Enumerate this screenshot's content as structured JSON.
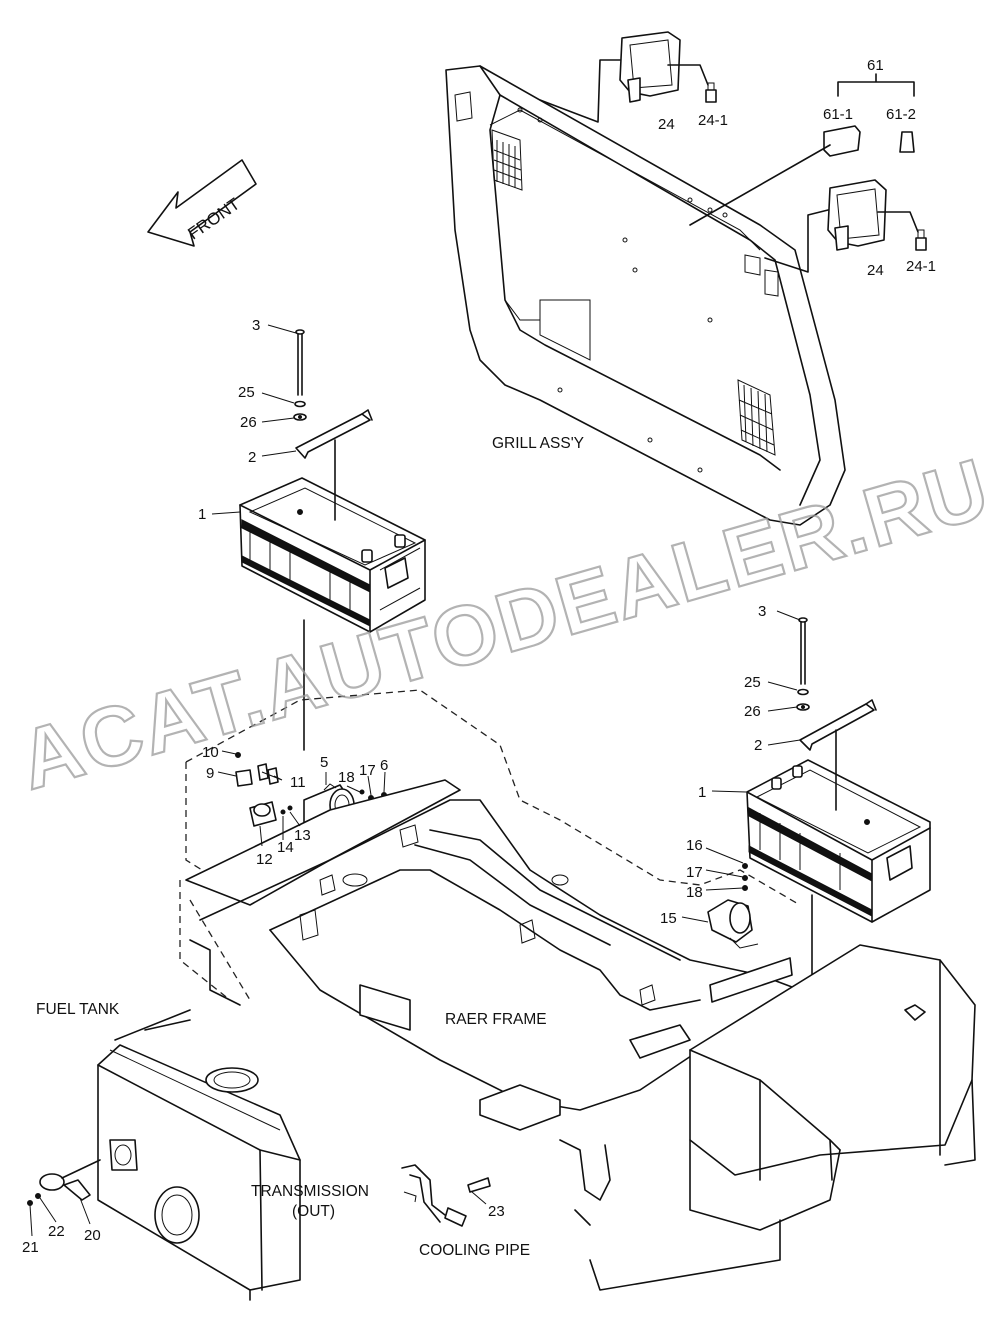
{
  "front_arrow": "FRONT",
  "captions": {
    "grill": "GRILL ASS'Y",
    "fuel_tank": "FUEL TANK",
    "rear_frame": "RAER FRAME",
    "transmission_line1": "TRANSMISSION",
    "transmission_line2": "(OUT)",
    "cooling_pipe": "COOLING PIPE"
  },
  "watermark": "ACAT.AUTODEALER.RU",
  "callouts": {
    "c1a": "1",
    "c1b": "1",
    "c2a": "2",
    "c2b": "2",
    "c3a": "3",
    "c3b": "3",
    "c5": "5",
    "c6": "6",
    "c9": "9",
    "c10": "10",
    "c11": "11",
    "c12": "12",
    "c13": "13",
    "c14": "14",
    "c15": "15",
    "c16": "16",
    "c17a": "17",
    "c17b": "17",
    "c18a": "18",
    "c18b": "18",
    "c20": "20",
    "c21": "21",
    "c22": "22",
    "c23": "23",
    "c24a": "24",
    "c24b": "24",
    "c241a": "24-1",
    "c241b": "24-1",
    "c25a": "25",
    "c25b": "25",
    "c26a": "26",
    "c26b": "26",
    "c61": "61",
    "c611": "61-1",
    "c612": "61-2"
  }
}
